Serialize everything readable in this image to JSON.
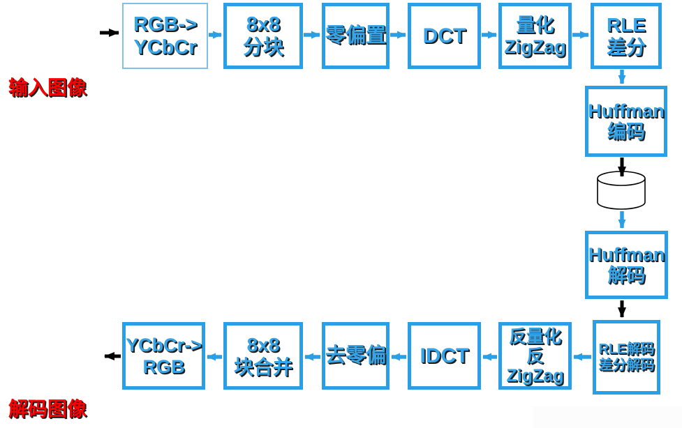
{
  "colors": {
    "blue": "#2B9FE6",
    "lightblue": "#7CC0EB",
    "textblue": "#35A4E8",
    "red": "#FE0000",
    "black": "#000000",
    "shadow": "#1d1d1d"
  },
  "labels": {
    "input": "输入图像",
    "output": "解码图像"
  },
  "encode_steps": [
    {
      "id": "rgb-to-ycbcr",
      "label": "RGB->\nYCbCr"
    },
    {
      "id": "split-8x8",
      "label": "8x8\n分块"
    },
    {
      "id": "zero-offset",
      "label": "零偏置"
    },
    {
      "id": "dct",
      "label": "DCT"
    },
    {
      "id": "quantize-zigzag",
      "label": "量化\nZigZag"
    },
    {
      "id": "rle-diff",
      "label": "RLE\n差分"
    },
    {
      "id": "huffman-encode",
      "label": "Huffman\n编码"
    }
  ],
  "storage": {
    "icon": "database-cylinder-icon"
  },
  "decode_steps": [
    {
      "id": "huffman-decode",
      "label": "Huffman\n解码"
    },
    {
      "id": "rle-diff-decode",
      "label": "RLE解码\n差分解码"
    },
    {
      "id": "dequantize-izigzag",
      "label": "反量化\n反ZigZag"
    },
    {
      "id": "idct",
      "label": "IDCT"
    },
    {
      "id": "remove-zero-offset",
      "label": "去零偏"
    },
    {
      "id": "merge-8x8",
      "label": "8x8\n块合并"
    },
    {
      "id": "ycbcr-to-rgb",
      "label": "YCbCr->\nRGB"
    }
  ]
}
